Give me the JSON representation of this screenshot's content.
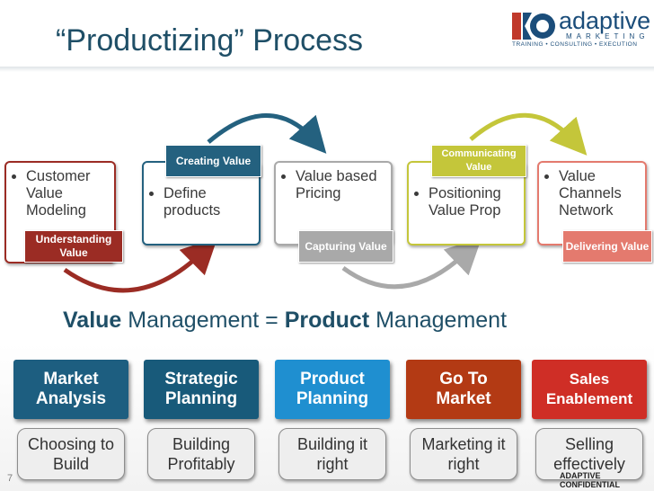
{
  "title": "“Productizing” Process",
  "logo": {
    "name": "adaptive",
    "sub": "MARKETING",
    "tagline": "TRAINING • CONSULTING • EXECUTION"
  },
  "colors": {
    "title": "#1f4f67",
    "understanding": "#9b2c24",
    "creating": "#24617f",
    "capturing": "#a9a9a9",
    "communicating": "#c4c63a",
    "delivering": "#e47a6e",
    "stage_market": "#1d5e80",
    "stage_strategic": "#185a7a",
    "stage_product": "#1f8fd0",
    "stage_gotomarket": "#b33a14",
    "stage_sales": "#cf2e26"
  },
  "process": [
    {
      "bullet": "Customer Value Modeling",
      "tag": "Understanding Value"
    },
    {
      "bullet": "Define products",
      "tag": "Creating Value"
    },
    {
      "bullet": "Value based Pricing",
      "tag": "Capturing Value"
    },
    {
      "bullet": "Positioning Value Prop",
      "tag": "Communicating Value"
    },
    {
      "bullet": "Value Channels Network",
      "tag": "Delivering Value"
    }
  ],
  "subtitle": {
    "part1": "Value",
    "part2": " Management = ",
    "part3": "Product",
    "part4": " Management"
  },
  "stages": [
    {
      "label": "Market Analysis",
      "caption": "Choosing to Build"
    },
    {
      "label": "Strategic Planning",
      "caption": "Building Profitably"
    },
    {
      "label": "Product Planning",
      "caption": "Building it right"
    },
    {
      "label": "Go To Market",
      "caption": "Marketing it right"
    },
    {
      "label": "Sales Enablement",
      "caption": "Selling effectively"
    }
  ],
  "page_number": "7",
  "footer_text": "ADAPTIVE CONFIDENTIAL"
}
